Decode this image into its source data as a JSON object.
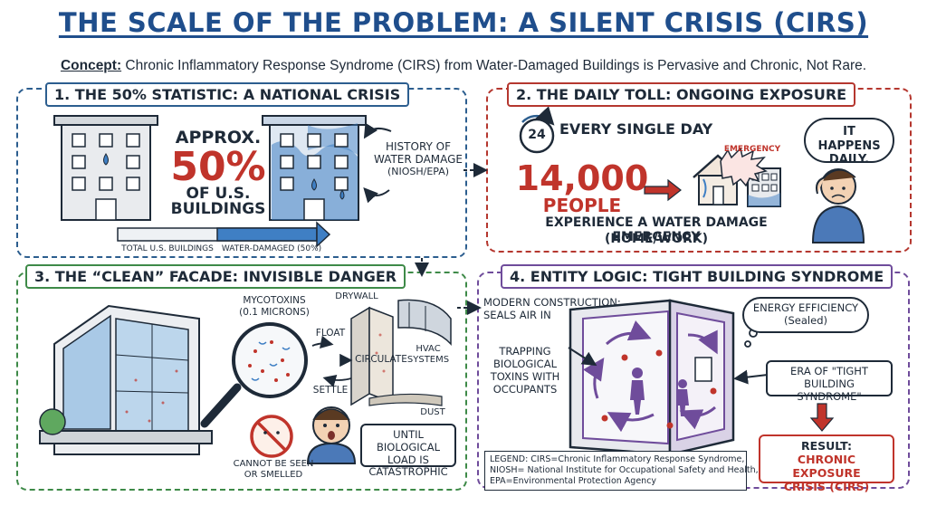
{
  "title": "THE SCALE OF THE PROBLEM: A SILENT CRISIS (CIRS)",
  "concept": {
    "label": "Concept:",
    "text": " Chronic Inflammatory Response Syndrome (CIRS) from Water-Damaged Buildings is Pervasive and Chronic, Not Rare."
  },
  "panel1": {
    "title": "1. THE 50% STATISTIC: A NATIONAL CRISIS",
    "approx": "APPROX.",
    "percent": "50%",
    "of_us": "OF U.S.",
    "buildings": "BUILDINGS",
    "history": "HISTORY OF",
    "water_damage": "WATER DAMAGE",
    "source": "(NIOSH/EPA)",
    "bar_left_label": "TOTAL U.S. BUILDINGS",
    "bar_right_label": "WATER-DAMAGED (50%)",
    "bar_fraction": 0.5
  },
  "panel2": {
    "title": "2. THE DAILY TOLL: ONGOING EXPOSURE",
    "clock_text": "24",
    "every_day": "EVERY SINGLE DAY",
    "count": "14,000",
    "people": "PEOPLE",
    "emergency_tag": "EMERGENCY",
    "experience": "EXPERIENCE A WATER DAMAGE EMERGENCY",
    "home_work": "(HOME/WORK)",
    "bubble_line1": "IT HAPPENS",
    "bubble_line2": "DAILY."
  },
  "panel3": {
    "title": "3. THE “CLEAN” FACADE: INVISIBLE DANGER",
    "mycotoxins": "MYCOTOXINS",
    "microns": "(0.1 MICRONS)",
    "drywall": "DRYWALL",
    "float": "FLOAT",
    "circulate": "CIRCULATE",
    "hvac1": "HVAC",
    "hvac2": "SYSTEMS",
    "settle": "SETTLE",
    "dust": "DUST",
    "cannot1": "CANNOT BE SEEN",
    "cannot2": "OR SMELLED",
    "until1": "UNTIL BIOLOGICAL",
    "until2": "LOAD IS",
    "until3": "CATASTROPHIC"
  },
  "panel4": {
    "title": "4. ENTITY LOGIC: TIGHT BUILDING SYNDROME",
    "modern1": "MODERN CONSTRUCTION:",
    "modern2": "SEALS AIR IN",
    "energy1": "ENERGY EFFICIENCY",
    "energy2": "(Sealed)",
    "trap1": "TRAPPING",
    "trap2": "BIOLOGICAL",
    "trap3": "TOXINS WITH",
    "trap4": "OCCUPANTS",
    "era1": "ERA OF \"TIGHT",
    "era2": "BUILDING SYNDROME\"",
    "result_label": "RESULT:",
    "result1": "CHRONIC EXPOSURE",
    "result2": "CRISIS (CIRS)",
    "legend1": "LEGEND: CIRS=Chronic Inflammatory Response Syndrome,",
    "legend2": "NIOSH= National Institute for Occupational Safety and Health,",
    "legend3": "EPA=Environmental Protection Agency"
  },
  "colors": {
    "blue": "#1f4e8c",
    "red": "#c0342b",
    "green": "#3e8a48",
    "purple": "#6f4c9b",
    "water_blue": "#3f7fc4"
  }
}
